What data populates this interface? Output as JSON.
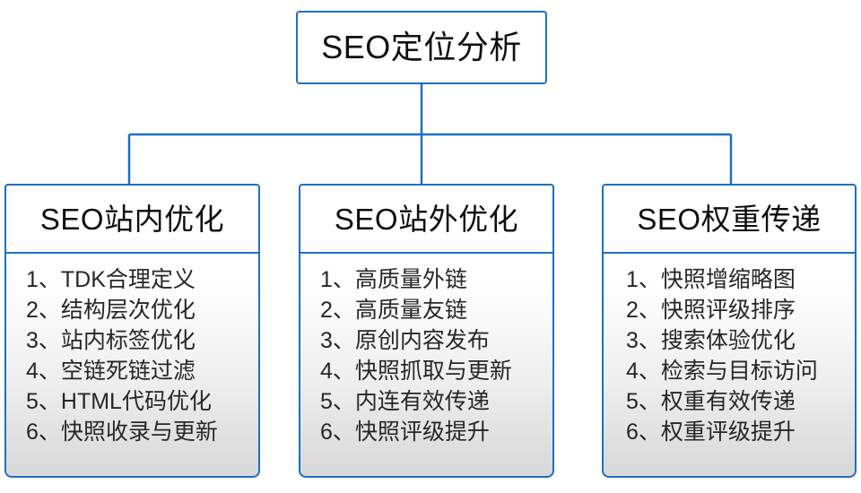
{
  "diagram": {
    "root": {
      "label": "SEO定位分析"
    },
    "accent_color": "#1f6fc0",
    "text_color": "#272727",
    "branches": [
      {
        "header": "SEO站内优化",
        "items": [
          "1、TDK合理定义",
          "2、结构层次优化",
          "3、站内标签优化",
          "4、空链死链过滤",
          "5、HTML代码优化",
          "6、快照收录与更新"
        ]
      },
      {
        "header": "SEO站外优化",
        "items": [
          "1、高质量外链",
          "2、高质量友链",
          "3、原创内容发布",
          "4、快照抓取与更新",
          "5、内连有效传递",
          "6、快照评级提升"
        ]
      },
      {
        "header": "SEO权重传递",
        "items": [
          "1、快照增缩略图",
          "2、快照评级排序",
          "3、搜索体验优化",
          "4、检索与目标访问",
          "5、权重有效传递",
          "6、权重评级提升"
        ]
      }
    ]
  }
}
